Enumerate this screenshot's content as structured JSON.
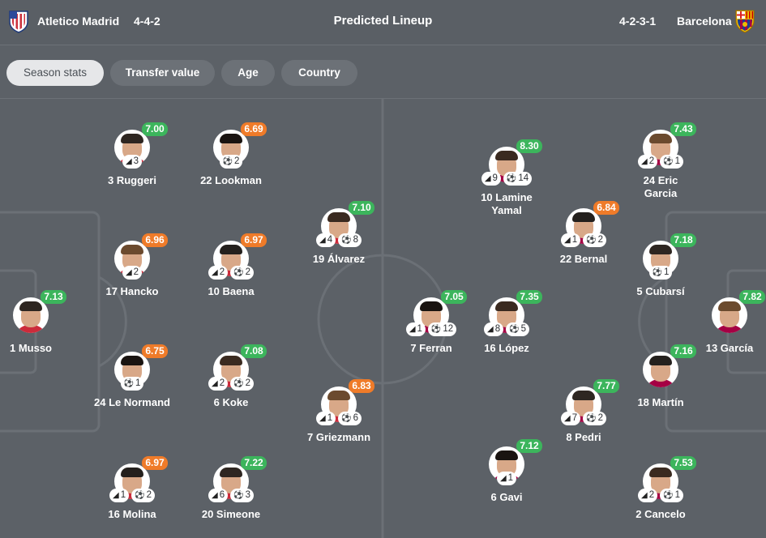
{
  "header": {
    "home_team": "Atletico Madrid",
    "home_formation": "4-4-2",
    "title": "Predicted Lineup",
    "away_formation": "4-2-3-1",
    "away_team": "Barcelona"
  },
  "tabs": [
    "Season stats",
    "Transfer value",
    "Age",
    "Country"
  ],
  "colors": {
    "rating_green": "#3cb55c",
    "rating_orange": "#ef7b29",
    "pitch": "#5c6167",
    "lines": "#6b7076",
    "home_kit": "#cc2b3b",
    "away_kit": "#a50044"
  },
  "home_players": [
    {
      "name": "3 Ruggeri",
      "rating": "7.00",
      "level": "green",
      "badges": [
        {
          "icon": "boot-icon",
          "text": "3"
        }
      ]
    },
    {
      "name": "22 Lookman",
      "rating": "6.69",
      "level": "orange",
      "badges": [
        {
          "icon": "ball-icon",
          "text": "2"
        }
      ]
    },
    {
      "name": "19 Álvarez",
      "rating": "7.10",
      "level": "green",
      "badges": [
        {
          "icon": "boot-icon",
          "text": "4"
        },
        {
          "icon": "ball-icon",
          "text": "8"
        }
      ]
    },
    {
      "name": "17 Hancko",
      "rating": "6.96",
      "level": "orange",
      "badges": [
        {
          "icon": "boot-icon",
          "text": "2"
        }
      ]
    },
    {
      "name": "10 Baena",
      "rating": "6.97",
      "level": "orange",
      "badges": [
        {
          "icon": "boot-icon",
          "text": "2"
        },
        {
          "icon": "ball-icon",
          "text": "2"
        }
      ]
    },
    {
      "name": "1 Musso",
      "rating": "7.13",
      "level": "green",
      "badges": []
    },
    {
      "name": "24 Le Normand",
      "rating": "6.75",
      "level": "orange",
      "badges": [
        {
          "icon": "ball-icon",
          "text": "1"
        }
      ]
    },
    {
      "name": "6 Koke",
      "rating": "7.08",
      "level": "green",
      "badges": [
        {
          "icon": "boot-icon",
          "text": "2"
        },
        {
          "icon": "ball-icon",
          "text": "2"
        }
      ]
    },
    {
      "name": "7 Griezmann",
      "rating": "6.83",
      "level": "orange",
      "badges": [
        {
          "icon": "boot-icon",
          "text": "1"
        },
        {
          "icon": "ball-icon",
          "text": "6"
        }
      ]
    },
    {
      "name": "16 Molina",
      "rating": "6.97",
      "level": "orange",
      "badges": [
        {
          "icon": "boot-icon",
          "text": "1"
        },
        {
          "icon": "ball-icon",
          "text": "2"
        }
      ]
    },
    {
      "name": "20 Simeone",
      "rating": "7.22",
      "level": "green",
      "badges": [
        {
          "icon": "boot-icon",
          "text": "6"
        },
        {
          "icon": "ball-icon",
          "text": "3"
        }
      ]
    }
  ],
  "away_players": [
    {
      "name": "10 Lamine Yamal",
      "rating": "8.30",
      "level": "green",
      "badges": [
        {
          "icon": "boot-icon",
          "text": "9"
        },
        {
          "icon": "ball-icon",
          "text": "14"
        }
      ]
    },
    {
      "name": "24 Eric Garcia",
      "rating": "7.43",
      "level": "green",
      "badges": [
        {
          "icon": "boot-icon",
          "text": "2"
        },
        {
          "icon": "ball-icon",
          "text": "1"
        }
      ]
    },
    {
      "name": "22 Bernal",
      "rating": "6.84",
      "level": "orange",
      "badges": [
        {
          "icon": "boot-icon",
          "text": "1"
        },
        {
          "icon": "ball-icon",
          "text": "2"
        }
      ]
    },
    {
      "name": "5 Cubarsí",
      "rating": "7.18",
      "level": "green",
      "badges": [
        {
          "icon": "ball-icon",
          "text": "1"
        }
      ]
    },
    {
      "name": "7 Ferran",
      "rating": "7.05",
      "level": "green",
      "badges": [
        {
          "icon": "boot-icon",
          "text": "1"
        },
        {
          "icon": "ball-icon",
          "text": "12"
        }
      ]
    },
    {
      "name": "16 López",
      "rating": "7.35",
      "level": "green",
      "badges": [
        {
          "icon": "boot-icon",
          "text": "8"
        },
        {
          "icon": "ball-icon",
          "text": "5"
        }
      ]
    },
    {
      "name": "13 García",
      "rating": "7.82",
      "level": "green",
      "badges": []
    },
    {
      "name": "18 Martín",
      "rating": "7.16",
      "level": "green",
      "badges": []
    },
    {
      "name": "8 Pedri",
      "rating": "7.77",
      "level": "green",
      "badges": [
        {
          "icon": "boot-icon",
          "text": "7"
        },
        {
          "icon": "ball-icon",
          "text": "2"
        }
      ]
    },
    {
      "name": "6 Gavi",
      "rating": "7.12",
      "level": "green",
      "badges": [
        {
          "icon": "boot-icon",
          "text": "1"
        }
      ]
    },
    {
      "name": "2 Cancelo",
      "rating": "7.53",
      "level": "green",
      "badges": [
        {
          "icon": "boot-icon",
          "text": "2"
        },
        {
          "icon": "ball-icon",
          "text": "1"
        }
      ]
    }
  ]
}
